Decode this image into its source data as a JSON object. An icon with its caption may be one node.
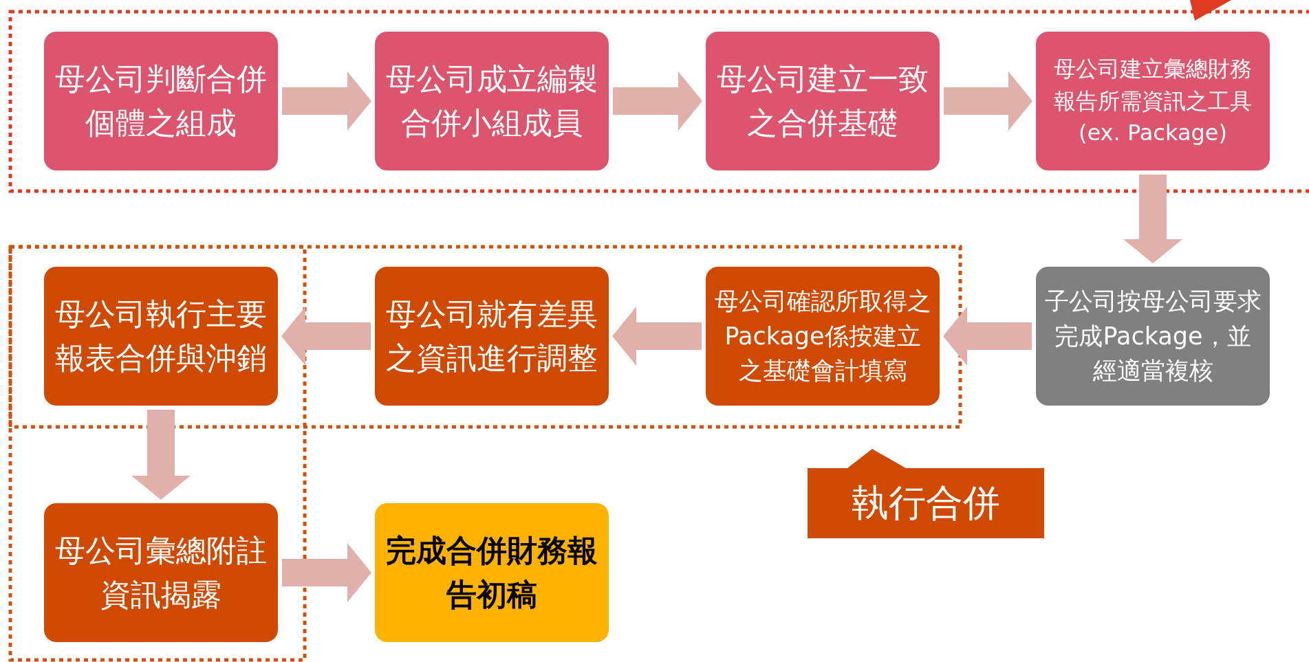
{
  "diagram": {
    "nodes": [
      {
        "text": [
          "母公司判斷合併個體之組成"
        ]
      },
      {
        "text": [
          "母公司成立編製合併小組成員"
        ]
      },
      {
        "text": [
          "母公司建立一致之合併基礎"
        ]
      },
      {
        "text": [
          "母公司建立彙總財務報告所需資訊之工具(ex. Package)"
        ]
      },
      {
        "text": [
          "子公司按母公司要求完成Package，並經適當複核"
        ]
      },
      {
        "text": [
          "母公司確認所取得之Package係按建立之基礎會計填寫"
        ]
      },
      {
        "text": [
          "母公司就有差異之資訊進行調整"
        ]
      },
      {
        "text": [
          "母公司執行主要報表合併與沖銷"
        ]
      },
      {
        "text": [
          "母公司彙總附註資訊揭露"
        ]
      },
      {
        "text": [
          "完成合併財務報告初稿"
        ]
      },
      {
        "text": [
          "執行合併"
        ]
      }
    ],
    "edges": [
      {
        "from": 0,
        "to": 1,
        "arrow": "to"
      },
      {
        "from": 1,
        "to": 2,
        "arrow": "to"
      },
      {
        "from": 2,
        "to": 3,
        "arrow": "to"
      },
      {
        "from": 3,
        "to": 4,
        "arrow": "to"
      },
      {
        "from": 4,
        "to": 5,
        "arrow": "to"
      },
      {
        "from": 5,
        "to": 6,
        "arrow": "to"
      },
      {
        "from": 6,
        "to": 7,
        "arrow": "to"
      },
      {
        "from": 7,
        "to": 8,
        "arrow": "to"
      },
      {
        "from": 8,
        "to": 9,
        "arrow": "to"
      }
    ]
  }
}
